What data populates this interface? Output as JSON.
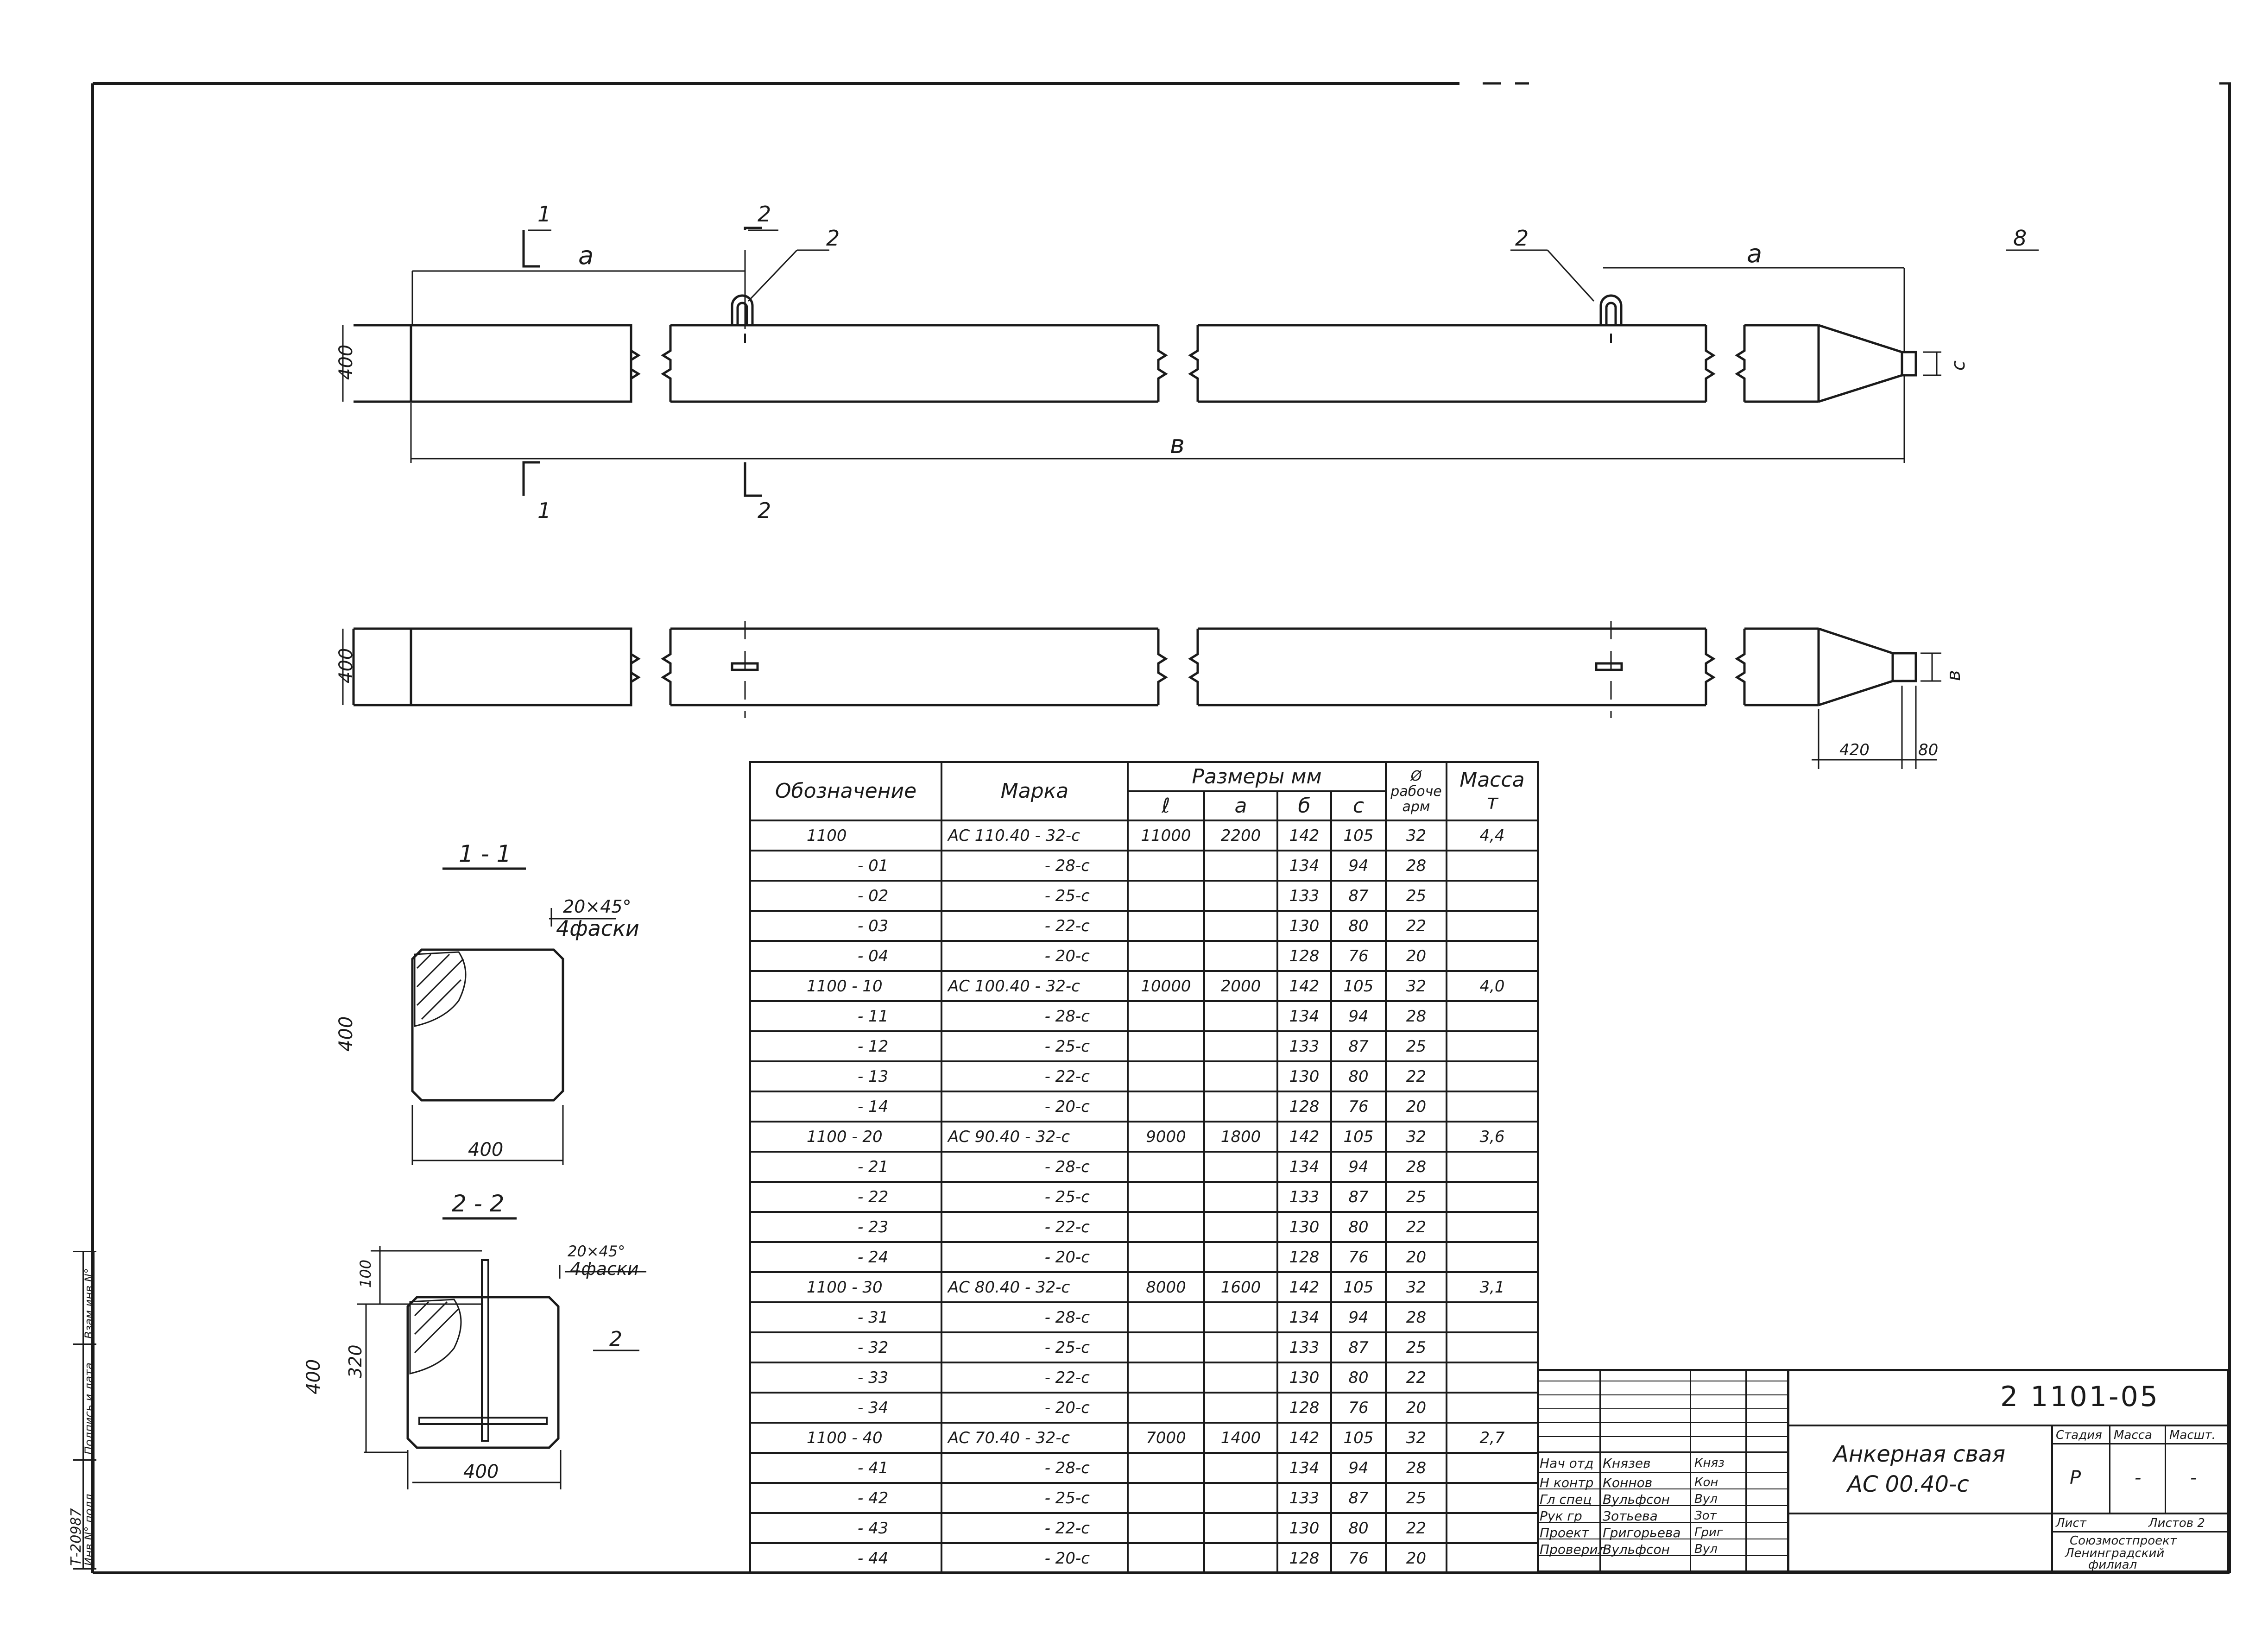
{
  "drawing": {
    "elevation_top": {
      "section1_mark": "1",
      "section2_mark": "2",
      "dim_a_left": "a",
      "dim_a_right": "a",
      "dim_length": "в",
      "height_dim": "400",
      "loop_callout_left": "2",
      "loop_callout_right": "2",
      "tip_dim_c": "c",
      "view_note": "8"
    },
    "elevation_bottom": {
      "height_dim": "400",
      "tip_dim_b": "в",
      "tip_length_dim": "420",
      "tip_end_dim": "80"
    },
    "section_1_1": {
      "title": "1 - 1",
      "chamfer_label": "20×45°",
      "chamfer_note": "4фаски",
      "height_dim": "400",
      "width_dim": "400"
    },
    "section_2_2": {
      "title": "2 - 2",
      "chamfer_label": "20×45°",
      "chamfer_note": "4фаски",
      "height_dim": "400",
      "inner_dim": "320",
      "top_dim": "100",
      "width_dim": "400",
      "callout": "2"
    }
  },
  "spec_table": {
    "headers": {
      "designation": "Обозначение",
      "mark": "Марка",
      "sizes_group": "Размеры мм",
      "l": "ℓ",
      "a": "a",
      "b": "б",
      "c": "c",
      "rebar": "Ø рабоче арм",
      "mass": "Масса т"
    },
    "rows": [
      {
        "designation": "1100",
        "mark": "АС 110.40 - 32-с",
        "l": "11000",
        "a": "2200",
        "b": "142",
        "c": "105",
        "d": "32",
        "mass": "4,4",
        "group": true
      },
      {
        "designation": "- 01",
        "mark": "- 28-с",
        "l": "",
        "a": "",
        "b": "134",
        "c": "94",
        "d": "28",
        "mass": "",
        "group": false
      },
      {
        "designation": "- 02",
        "mark": "- 25-с",
        "l": "",
        "a": "",
        "b": "133",
        "c": "87",
        "d": "25",
        "mass": "",
        "group": false
      },
      {
        "designation": "- 03",
        "mark": "- 22-с",
        "l": "",
        "a": "",
        "b": "130",
        "c": "80",
        "d": "22",
        "mass": "",
        "group": false
      },
      {
        "designation": "- 04",
        "mark": "- 20-с",
        "l": "",
        "a": "",
        "b": "128",
        "c": "76",
        "d": "20",
        "mass": "",
        "group": false
      },
      {
        "designation": "1100 - 10",
        "mark": "АС 100.40 - 32-с",
        "l": "10000",
        "a": "2000",
        "b": "142",
        "c": "105",
        "d": "32",
        "mass": "4,0",
        "group": true
      },
      {
        "designation": "- 11",
        "mark": "- 28-с",
        "l": "",
        "a": "",
        "b": "134",
        "c": "94",
        "d": "28",
        "mass": "",
        "group": false
      },
      {
        "designation": "- 12",
        "mark": "- 25-с",
        "l": "",
        "a": "",
        "b": "133",
        "c": "87",
        "d": "25",
        "mass": "",
        "group": false
      },
      {
        "designation": "- 13",
        "mark": "- 22-с",
        "l": "",
        "a": "",
        "b": "130",
        "c": "80",
        "d": "22",
        "mass": "",
        "group": false
      },
      {
        "designation": "- 14",
        "mark": "- 20-с",
        "l": "",
        "a": "",
        "b": "128",
        "c": "76",
        "d": "20",
        "mass": "",
        "group": false
      },
      {
        "designation": "1100 - 20",
        "mark": "АС 90.40 - 32-с",
        "l": "9000",
        "a": "1800",
        "b": "142",
        "c": "105",
        "d": "32",
        "mass": "3,6",
        "group": true
      },
      {
        "designation": "- 21",
        "mark": "- 28-с",
        "l": "",
        "a": "",
        "b": "134",
        "c": "94",
        "d": "28",
        "mass": "",
        "group": false
      },
      {
        "designation": "- 22",
        "mark": "- 25-с",
        "l": "",
        "a": "",
        "b": "133",
        "c": "87",
        "d": "25",
        "mass": "",
        "group": false
      },
      {
        "designation": "- 23",
        "mark": "- 22-с",
        "l": "",
        "a": "",
        "b": "130",
        "c": "80",
        "d": "22",
        "mass": "",
        "group": false
      },
      {
        "designation": "- 24",
        "mark": "- 20-с",
        "l": "",
        "a": "",
        "b": "128",
        "c": "76",
        "d": "20",
        "mass": "",
        "group": false
      },
      {
        "designation": "1100 - 30",
        "mark": "АС 80.40 - 32-с",
        "l": "8000",
        "a": "1600",
        "b": "142",
        "c": "105",
        "d": "32",
        "mass": "3,1",
        "group": true
      },
      {
        "designation": "- 31",
        "mark": "- 28-с",
        "l": "",
        "a": "",
        "b": "134",
        "c": "94",
        "d": "28",
        "mass": "",
        "group": false
      },
      {
        "designation": "- 32",
        "mark": "- 25-с",
        "l": "",
        "a": "",
        "b": "133",
        "c": "87",
        "d": "25",
        "mass": "",
        "group": false
      },
      {
        "designation": "- 33",
        "mark": "- 22-с",
        "l": "",
        "a": "",
        "b": "130",
        "c": "80",
        "d": "22",
        "mass": "",
        "group": false
      },
      {
        "designation": "- 34",
        "mark": "- 20-с",
        "l": "",
        "a": "",
        "b": "128",
        "c": "76",
        "d": "20",
        "mass": "",
        "group": false
      },
      {
        "designation": "1100 - 40",
        "mark": "АС 70.40 - 32-с",
        "l": "7000",
        "a": "1400",
        "b": "142",
        "c": "105",
        "d": "32",
        "mass": "2,7",
        "group": true
      },
      {
        "designation": "- 41",
        "mark": "- 28-с",
        "l": "",
        "a": "",
        "b": "134",
        "c": "94",
        "d": "28",
        "mass": "",
        "group": false
      },
      {
        "designation": "- 42",
        "mark": "- 25-с",
        "l": "",
        "a": "",
        "b": "133",
        "c": "87",
        "d": "25",
        "mass": "",
        "group": false
      },
      {
        "designation": "- 43",
        "mark": "- 22-с",
        "l": "",
        "a": "",
        "b": "130",
        "c": "80",
        "d": "22",
        "mass": "",
        "group": false
      },
      {
        "designation": "- 44",
        "mark": "- 20-с",
        "l": "",
        "a": "",
        "b": "128",
        "c": "76",
        "d": "20",
        "mass": "",
        "group": false
      }
    ]
  },
  "title_block": {
    "sheet_code": "2  1101-05",
    "title_main": "Анкерная свая",
    "title_sub": "АС 00.40-с",
    "stage_label": "Стадия",
    "mass_label": "Масса",
    "scale_label": "Масшт.",
    "stage_value": "Р",
    "mass_value": "-",
    "scale_value": "-",
    "sheet_label": "Лист",
    "sheets_label": "Листов 2",
    "org_line1": "Союзмостпроект",
    "org_line2": "Ленинградский",
    "org_line3": "филиал",
    "roles": [
      {
        "role": "Нач отд",
        "name": "Князев",
        "sign": "Княз"
      },
      {
        "role": "Н контр",
        "name": "Коннов",
        "sign": "Кон"
      },
      {
        "role": "Гл спец",
        "name": "Вульфсон",
        "sign": "Вул"
      },
      {
        "role": "Рук гр",
        "name": "Зотьева",
        "sign": "Зот"
      },
      {
        "role": "Проект",
        "name": "Григорьева",
        "sign": "Григ"
      },
      {
        "role": "Проверил",
        "name": "Вульфсон",
        "sign": "Вул"
      }
    ]
  },
  "side_stamp": {
    "inv_original": "Инв N° подл.",
    "sign_date": "Подпись и дата",
    "inv_replace": "Взам инв N°",
    "inv_number": "Т-20987"
  }
}
